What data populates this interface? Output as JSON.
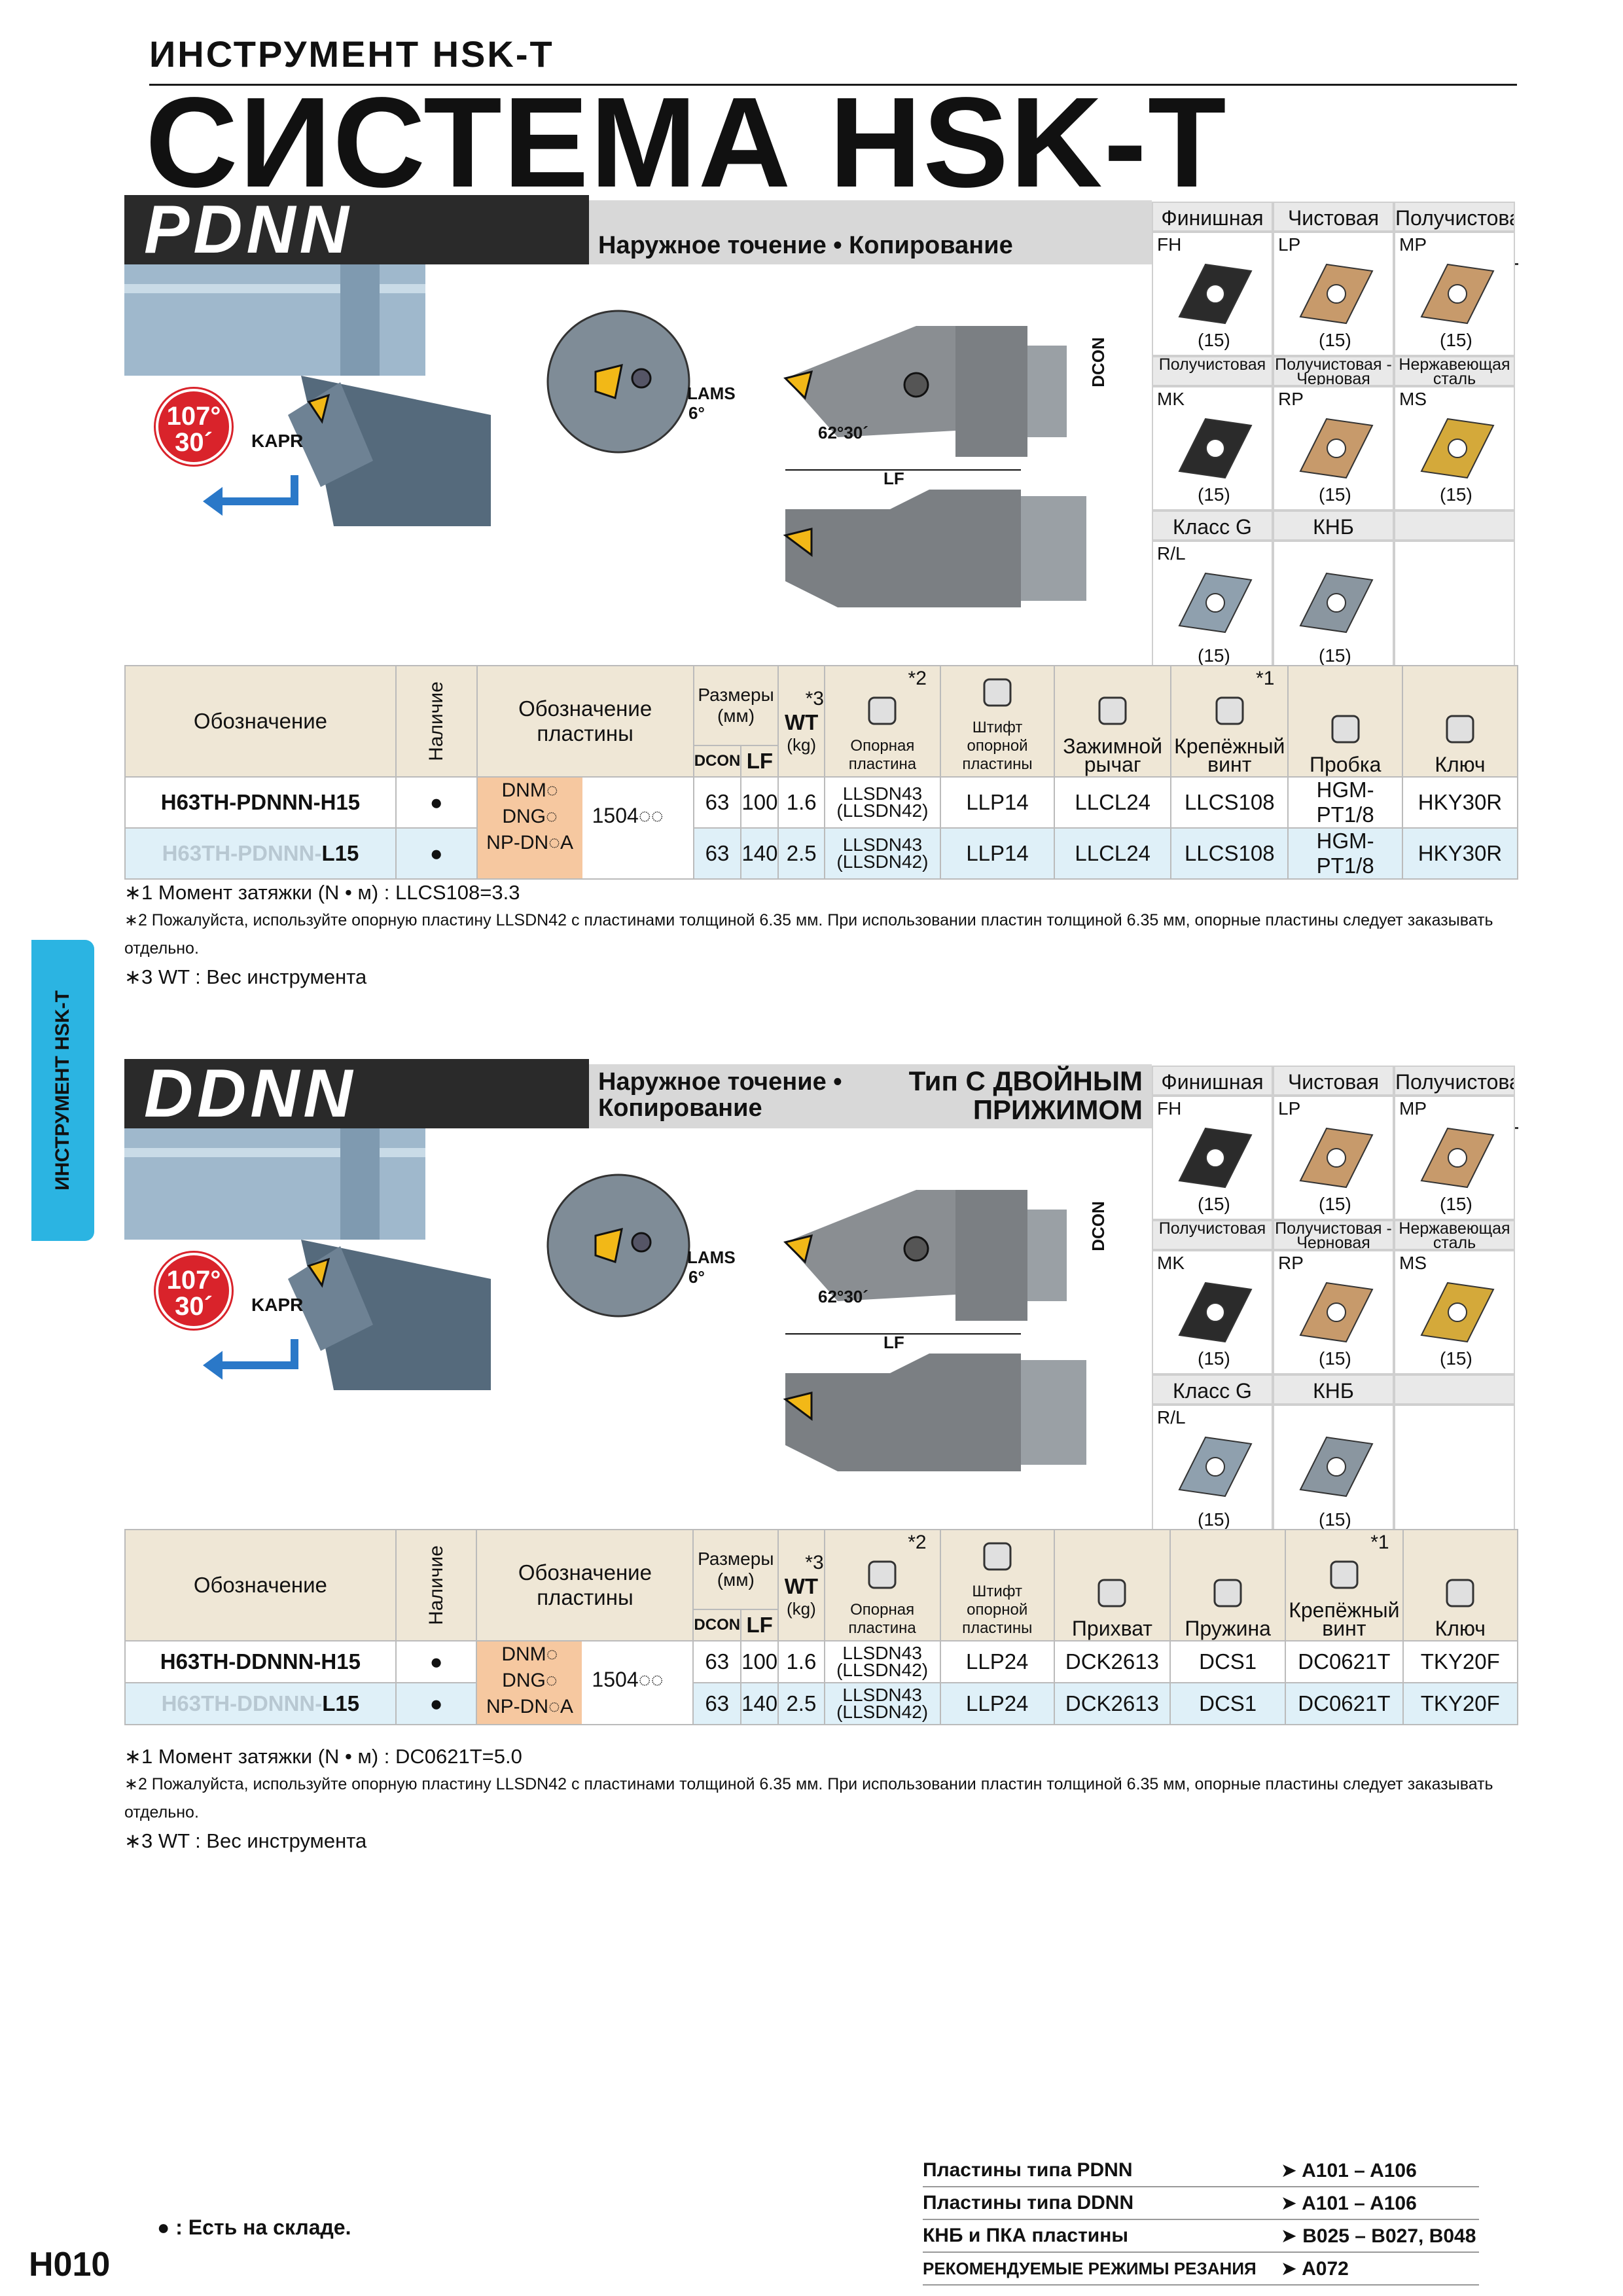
{
  "header": {
    "category": "ИНСТРУМЕНТ HSK-T",
    "system": "СИСТЕМА HSK-T"
  },
  "side_tab": "ИНСТРУМЕНТ HSK-T",
  "page_number": "H010",
  "stock_note": "● : Есть на складе.",
  "sections": [
    {
      "title": "PDNN",
      "subtitle_line1": "Наружное точение • Копирование",
      "subtitle_line2": "",
      "badge": "",
      "kapr_angle": "107°",
      "kapr_minutes": "30´",
      "kapr_label": "KAPR",
      "lams_label": "LAMS",
      "lams_value": "6°",
      "angle_label": "62°30´",
      "lf_label": "LF",
      "dcon_label": "DCON",
      "inserts": {
        "row1": [
          "Финишная",
          "Чистовая",
          "Получистовая"
        ],
        "codes1": [
          "FH",
          "LP",
          "MP"
        ],
        "qty1": [
          "(15)",
          "(15)",
          "(15)"
        ],
        "row2": [
          "Получистовая",
          "Получистовая - Черновая",
          "Нержавеющая сталь"
        ],
        "codes2": [
          "MK",
          "RP",
          "MS"
        ],
        "qty2": [
          "(15)",
          "(15)",
          "(15)"
        ],
        "row3": [
          "Класс G",
          "КНБ",
          ""
        ],
        "codes3": [
          "R/L",
          "",
          ""
        ],
        "qty3": [
          "(15)",
          "(15)",
          ""
        ]
      },
      "table": {
        "col_designation": "Обозначение",
        "col_stock": "Наличие",
        "col_insert": "Обозначение пластины",
        "col_dims": "Размеры (мм)",
        "col_dcon": "DCON",
        "col_lf": "LF",
        "col_wt": "WT",
        "col_wt_unit": "(kg)",
        "col_wt_note": "*3",
        "parts": [
          {
            "label": "Опорная пластина",
            "note": "*2"
          },
          {
            "label": "Штифт опорной пластины",
            "note": ""
          },
          {
            "label": "Зажимной рычаг",
            "note": ""
          },
          {
            "label": "Крепёжный винт",
            "note": "*1"
          },
          {
            "label": "Пробка",
            "note": ""
          },
          {
            "label": "Ключ",
            "note": ""
          }
        ],
        "insert_codes": [
          "DNM◌",
          "DNG◌",
          "NP-DN◌A"
        ],
        "insert_size": "1504◌◌",
        "rows": [
          {
            "name_main": "H63TH-PDNNN-",
            "name_suffix": "H15",
            "stock": "●",
            "dcon": "63",
            "lf": "100",
            "wt": "1.6",
            "shim": "LLSDN43",
            "shim2": "(LLSDN42)",
            "pin": "LLP14",
            "lever": "LLCL24",
            "screw": "LLCS108",
            "plug": "HGM-PT1/8",
            "key": "HKY30R"
          },
          {
            "name_main": "H63TH-PDNNN-",
            "name_suffix": "L15",
            "stock": "●",
            "dcon": "63",
            "lf": "140",
            "wt": "2.5",
            "shim": "LLSDN43",
            "shim2": "(LLSDN42)",
            "pin": "LLP14",
            "lever": "LLCL24",
            "screw": "LLCS108",
            "plug": "HGM-PT1/8",
            "key": "HKY30R"
          }
        ]
      },
      "notes": [
        "∗1 Момент затяжки (N • м) : LLCS108=3.3",
        "∗2 Пожалуйста, используйте опорную пластину LLSDN42 с пластинами толщиной 6.35 мм. При использовании пластин толщиной 6.35 мм, опорные пластины следует заказывать отдельно.",
        "∗3 WT : Вес инструмента"
      ]
    },
    {
      "title": "DDNN",
      "subtitle_line1": "Наружное точение •",
      "subtitle_line2": "Копирование",
      "badge": "Тип С ДВОЙНЫМ ПРИЖИМОМ",
      "kapr_angle": "107°",
      "kapr_minutes": "30´",
      "kapr_label": "KAPR",
      "lams_label": "LAMS",
      "lams_value": "6°",
      "angle_label": "62°30´",
      "lf_label": "LF",
      "dcon_label": "DCON",
      "inserts": {
        "row1": [
          "Финишная",
          "Чистовая",
          "Получистовая"
        ],
        "codes1": [
          "FH",
          "LP",
          "MP"
        ],
        "qty1": [
          "(15)",
          "(15)",
          "(15)"
        ],
        "row2": [
          "Получистовая",
          "Получистовая - Черновая",
          "Нержавеющая сталь"
        ],
        "codes2": [
          "MK",
          "RP",
          "MS"
        ],
        "qty2": [
          "(15)",
          "(15)",
          "(15)"
        ],
        "row3": [
          "Класс G",
          "КНБ",
          ""
        ],
        "codes3": [
          "R/L",
          "",
          ""
        ],
        "qty3": [
          "(15)",
          "(15)",
          ""
        ]
      },
      "table": {
        "col_designation": "Обозначение",
        "col_stock": "Наличие",
        "col_insert": "Обозначение пластины",
        "col_dims": "Размеры (мм)",
        "col_dcon": "DCON",
        "col_lf": "LF",
        "col_wt": "WT",
        "col_wt_unit": "(kg)",
        "col_wt_note": "*3",
        "parts": [
          {
            "label": "Опорная пластина",
            "note": "*2"
          },
          {
            "label": "Штифт опорной пластины",
            "note": ""
          },
          {
            "label": "Прихват",
            "note": ""
          },
          {
            "label": "Пружина",
            "note": ""
          },
          {
            "label": "Крепёжный винт",
            "note": "*1"
          },
          {
            "label": "Ключ",
            "note": ""
          }
        ],
        "insert_codes": [
          "DNM◌",
          "DNG◌",
          "NP-DN◌A"
        ],
        "insert_size": "1504◌◌",
        "rows": [
          {
            "name_main": "H63TH-DDNNN-",
            "name_suffix": "H15",
            "stock": "●",
            "dcon": "63",
            "lf": "100",
            "wt": "1.6",
            "shim": "LLSDN43",
            "shim2": "(LLSDN42)",
            "pin": "LLP24",
            "lever": "DCK2613",
            "screw": "DCS1",
            "plug": "DC0621T",
            "key": "TKY20F"
          },
          {
            "name_main": "H63TH-DDNNN-",
            "name_suffix": "L15",
            "stock": "●",
            "dcon": "63",
            "lf": "140",
            "wt": "2.5",
            "shim": "LLSDN43",
            "shim2": "(LLSDN42)",
            "pin": "LLP24",
            "lever": "DCK2613",
            "screw": "DCS1",
            "plug": "DC0621T",
            "key": "TKY20F"
          }
        ]
      },
      "notes": [
        "∗1 Момент затяжки (N • м) : DC0621T=5.0",
        "∗2 Пожалуйста, используйте опорную пластину LLSDN42 с пластинами толщиной 6.35 мм. При использовании пластин толщиной 6.35 мм, опорные пластины следует заказывать отдельно.",
        "∗3 WT : Вес инструмента"
      ]
    }
  ],
  "references": [
    {
      "label": "Пластины типа PDNN",
      "pages": "➤ A101 – A106"
    },
    {
      "label": "Пластины типа DDNN",
      "pages": "➤ A101 – A106"
    },
    {
      "label": "КНБ и ПКА пластины",
      "pages": "➤ B025 – B027, B048"
    },
    {
      "label": "РЕКОМЕНДУЕМЫЕ РЕЖИМЫ РЕЗАНИЯ",
      "pages": "➤ A072"
    }
  ],
  "colors": {
    "side_tab": "#2bb4e2",
    "banner": "#2a2a2a",
    "table_head": "#efe7d6",
    "row_alt": "#dff0f8",
    "insert_cell": "#f6c8a0",
    "kapr_badge": "#d9232b",
    "arrow": "#2a78c8",
    "insert_yellow": "#f2b817"
  }
}
